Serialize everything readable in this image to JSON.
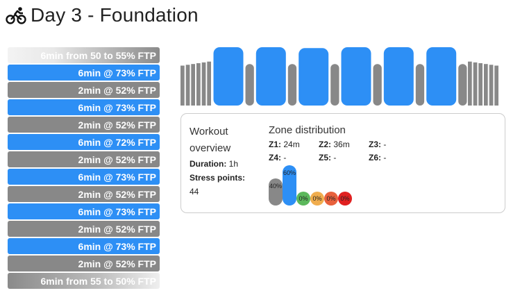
{
  "header": {
    "icon": "cyclist-icon",
    "title": "Day 3 - Foundation"
  },
  "intervals": [
    {
      "label": "6min from 50 to 55% FTP",
      "kind": "warmup"
    },
    {
      "label": "6min @ 73% FTP",
      "kind": "blue"
    },
    {
      "label": "2min @ 52% FTP",
      "kind": "gray"
    },
    {
      "label": "6min @ 73% FTP",
      "kind": "blue"
    },
    {
      "label": "2min @ 52% FTP",
      "kind": "gray"
    },
    {
      "label": "6min @ 72% FTP",
      "kind": "blue"
    },
    {
      "label": "2min @ 52% FTP",
      "kind": "gray"
    },
    {
      "label": "6min @ 73% FTP",
      "kind": "blue"
    },
    {
      "label": "2min @ 52% FTP",
      "kind": "gray"
    },
    {
      "label": "6min @ 73% FTP",
      "kind": "blue"
    },
    {
      "label": "2min @ 52% FTP",
      "kind": "gray"
    },
    {
      "label": "6min @ 73% FTP",
      "kind": "blue"
    },
    {
      "label": "2min @ 52% FTP",
      "kind": "gray"
    },
    {
      "label": "6min from 55 to 50% FTP",
      "kind": "cooldown"
    }
  ],
  "overview": {
    "heading": "Workout overview",
    "duration_label": "Duration:",
    "duration_value": "1h",
    "stress_label": "Stress points:",
    "stress_value": "44"
  },
  "zones": {
    "heading": "Zone distribution",
    "items": [
      {
        "label": "Z1:",
        "value": "24m"
      },
      {
        "label": "Z2:",
        "value": "36m"
      },
      {
        "label": "Z3:",
        "value": "-"
      },
      {
        "label": "Z4:",
        "value": "-"
      },
      {
        "label": "Z5:",
        "value": "-"
      },
      {
        "label": "Z6:",
        "value": "-"
      }
    ],
    "bars": [
      {
        "label": "40%",
        "value": 40,
        "color": "#888888"
      },
      {
        "label": "60%",
        "value": 60,
        "color": "#2d8ff5"
      },
      {
        "label": "0%",
        "value": 0,
        "color": "#5cb85c"
      },
      {
        "label": "0%",
        "value": 0,
        "color": "#f0ad4e"
      },
      {
        "label": "0%",
        "value": 0,
        "color": "#e8603c"
      },
      {
        "label": "0%",
        "value": 0,
        "color": "#e02020"
      }
    ]
  },
  "colors": {
    "recovery": "#888888",
    "endurance": "#2d8ff5"
  }
}
